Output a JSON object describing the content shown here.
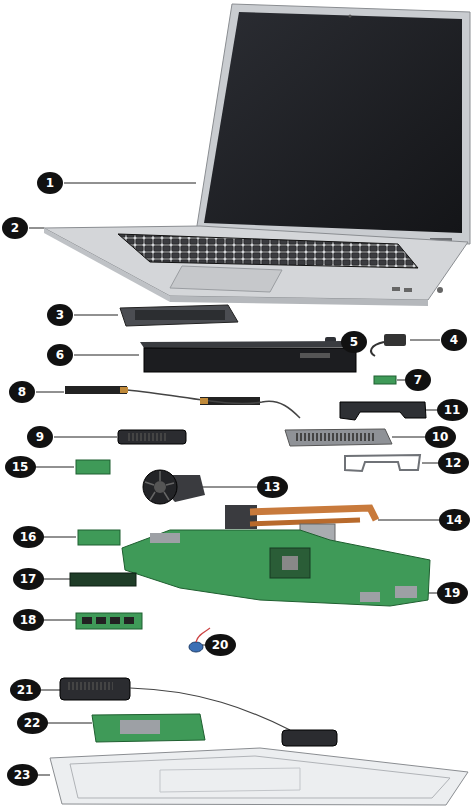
{
  "diagram": {
    "nodes": [
      {
        "text": [
          "1"
        ]
      },
      {
        "text": [
          "2"
        ]
      },
      {
        "text": [
          "3"
        ]
      },
      {
        "text": [
          "4"
        ]
      },
      {
        "text": [
          "5"
        ]
      },
      {
        "text": [
          "6"
        ]
      },
      {
        "text": [
          "7"
        ]
      },
      {
        "text": [
          "8"
        ]
      },
      {
        "text": [
          "9"
        ]
      },
      {
        "text": [
          "10"
        ]
      },
      {
        "text": [
          "11"
        ]
      },
      {
        "text": [
          "12"
        ]
      },
      {
        "text": [
          "13"
        ]
      },
      {
        "text": [
          "14"
        ]
      },
      {
        "text": [
          "15"
        ]
      },
      {
        "text": [
          "16"
        ]
      },
      {
        "text": [
          "17"
        ]
      },
      {
        "text": [
          "18"
        ]
      },
      {
        "text": [
          "19"
        ]
      },
      {
        "text": [
          "20"
        ]
      },
      {
        "text": [
          "21"
        ]
      },
      {
        "text": [
          "22"
        ]
      },
      {
        "text": [
          "23"
        ]
      }
    ]
  }
}
